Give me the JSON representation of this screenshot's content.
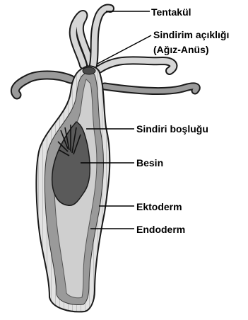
{
  "labels": {
    "tentacle": "Tentakül",
    "digestive_opening_line1": "Sindirim açıklığı",
    "digestive_opening_line2": "(Ağız-Anüs)",
    "digestive_cavity": "Sindiri boşluğu",
    "food": "Besin",
    "ectoderm": "Ektoderm",
    "endoderm": "Endoderm"
  },
  "colors": {
    "tentacle_fill": "#d6d6d6",
    "ectoderm_fill": "#e2e2e2",
    "endoderm_fill": "#9a9a9a",
    "cavity_fill": "#cfcfcf",
    "food_fill": "#5a5a5a",
    "outline": "#1a1a1a",
    "leader_line": "#000000"
  }
}
